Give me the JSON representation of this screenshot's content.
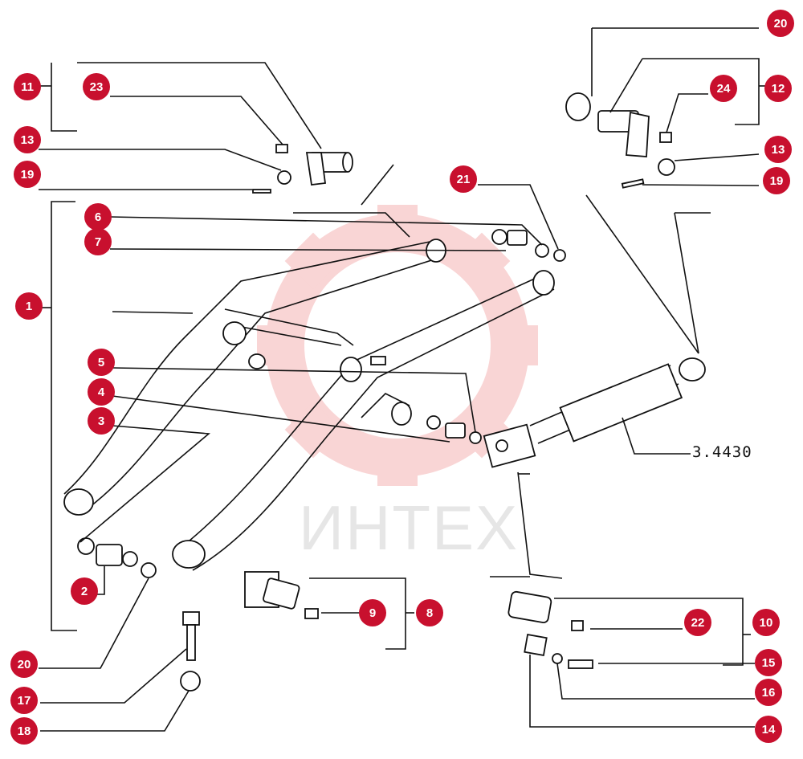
{
  "watermark": {
    "text": "ИНТЕХ",
    "color": "#f2b8b8"
  },
  "assembly_ref": "3.4430",
  "callouts": [
    "1",
    "2",
    "3",
    "4",
    "5",
    "6",
    "7",
    "8",
    "9",
    "10",
    "11",
    "12",
    "13",
    "13",
    "14",
    "15",
    "16",
    "17",
    "18",
    "19",
    "19",
    "20",
    "20",
    "21",
    "22",
    "23",
    "24"
  ],
  "colors": {
    "callout_fill": "#c8102e",
    "line": "#111111"
  }
}
